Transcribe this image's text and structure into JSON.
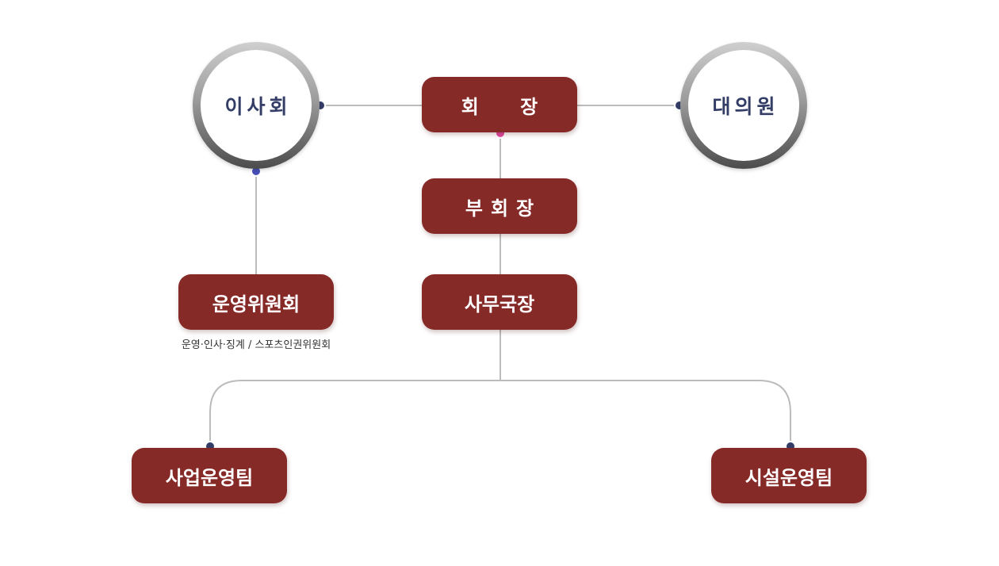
{
  "nodes": {
    "chairman": "회 장",
    "board": "이사회",
    "council": "대의원",
    "vice_chairman": "부회장",
    "secretary_general": "사무국장",
    "steering_committee": "운영위원회",
    "steering_committee_note": "운영·인사·징계 / 스포츠인권위원회",
    "business_team": "사업운영팀",
    "facility_team": "시설운영팀"
  },
  "colors": {
    "box_fill": "#862a28",
    "connector_line": "#bcbcbc",
    "dot_navy": "#333d66",
    "dot_blue": "#4750b8",
    "dot_pink": "#e0479e",
    "ring_text": "#333d66"
  }
}
